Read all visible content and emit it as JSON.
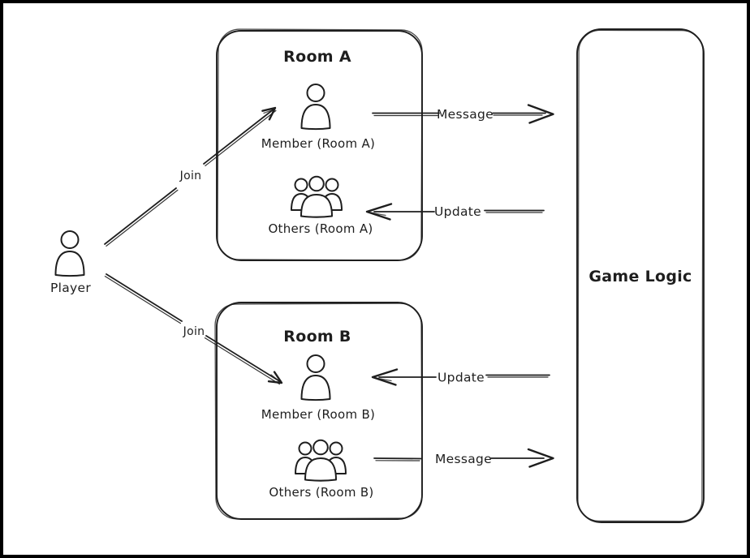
{
  "diagram": {
    "background": "#ffffff",
    "border_color": "#000000",
    "stroke_color": "#1e1e1e"
  },
  "player": {
    "label": "Player"
  },
  "rooms": {
    "room_a": {
      "title": "Room A",
      "member_label": "Member (Room A)",
      "others_label": "Others (Room A)"
    },
    "room_b": {
      "title": "Room B",
      "member_label": "Member (Room B)",
      "others_label": "Others (Room B)"
    }
  },
  "game_logic": {
    "title": "Game Logic"
  },
  "arrows": {
    "join_a": {
      "label": "Join"
    },
    "join_b": {
      "label": "Join"
    },
    "message_a": {
      "label": "Message"
    },
    "update_a": {
      "label": "Update"
    },
    "update_b": {
      "label": "Update"
    },
    "message_b": {
      "label": "Message"
    }
  }
}
